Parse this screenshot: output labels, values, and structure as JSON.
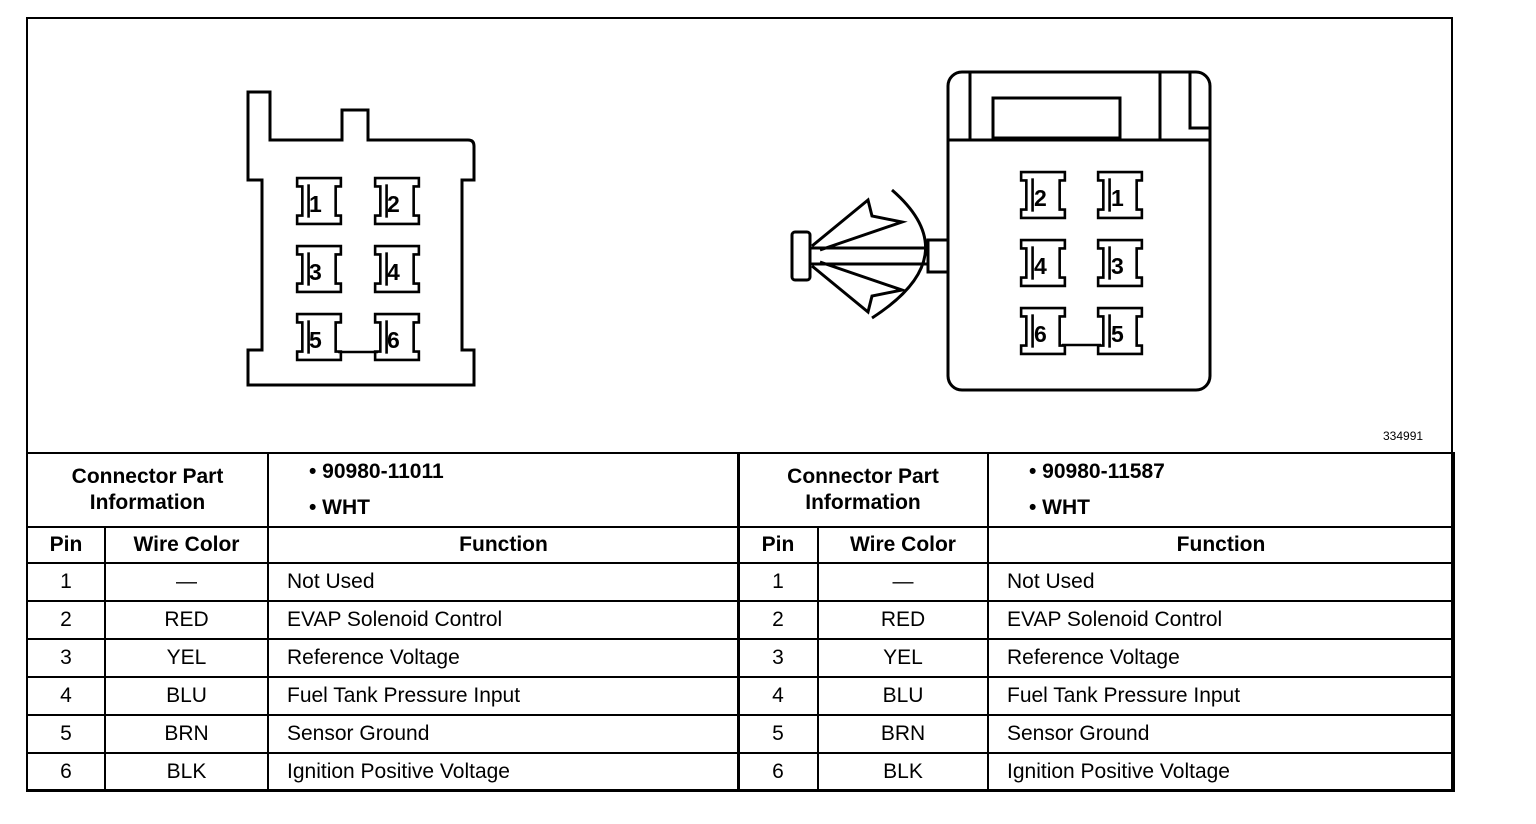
{
  "figure_number": "334991",
  "left_connector": {
    "pin_labels": [
      "1",
      "2",
      "3",
      "4",
      "5",
      "6"
    ]
  },
  "right_connector": {
    "pin_labels": [
      "2",
      "1",
      "4",
      "3",
      "6",
      "5"
    ]
  },
  "tables": [
    {
      "part_info_label_line1": "Connector Part",
      "part_info_label_line2": "Information",
      "part_number": "• 90980-11011",
      "color": "• WHT",
      "headers": {
        "pin": "Pin",
        "wire_color": "Wire Color",
        "function": "Function"
      },
      "rows": [
        {
          "pin": "1",
          "wire_color": "—",
          "function": "Not Used"
        },
        {
          "pin": "2",
          "wire_color": "RED",
          "function": "EVAP Solenoid Control"
        },
        {
          "pin": "3",
          "wire_color": "YEL",
          "function": "Reference Voltage"
        },
        {
          "pin": "4",
          "wire_color": "BLU",
          "function": "Fuel Tank Pressure Input"
        },
        {
          "pin": "5",
          "wire_color": "BRN",
          "function": "Sensor Ground"
        },
        {
          "pin": "6",
          "wire_color": "BLK",
          "function": "Ignition Positive Voltage"
        }
      ]
    },
    {
      "part_info_label_line1": "Connector Part",
      "part_info_label_line2": "Information",
      "part_number": "• 90980-11587",
      "color": "• WHT",
      "headers": {
        "pin": "Pin",
        "wire_color": "Wire Color",
        "function": "Function"
      },
      "rows": [
        {
          "pin": "1",
          "wire_color": "—",
          "function": "Not Used"
        },
        {
          "pin": "2",
          "wire_color": "RED",
          "function": "EVAP Solenoid Control"
        },
        {
          "pin": "3",
          "wire_color": "YEL",
          "function": "Reference Voltage"
        },
        {
          "pin": "4",
          "wire_color": "BLU",
          "function": "Fuel Tank Pressure Input"
        },
        {
          "pin": "5",
          "wire_color": "BRN",
          "function": "Sensor Ground"
        },
        {
          "pin": "6",
          "wire_color": "BLK",
          "function": "Ignition Positive Voltage"
        }
      ]
    }
  ]
}
